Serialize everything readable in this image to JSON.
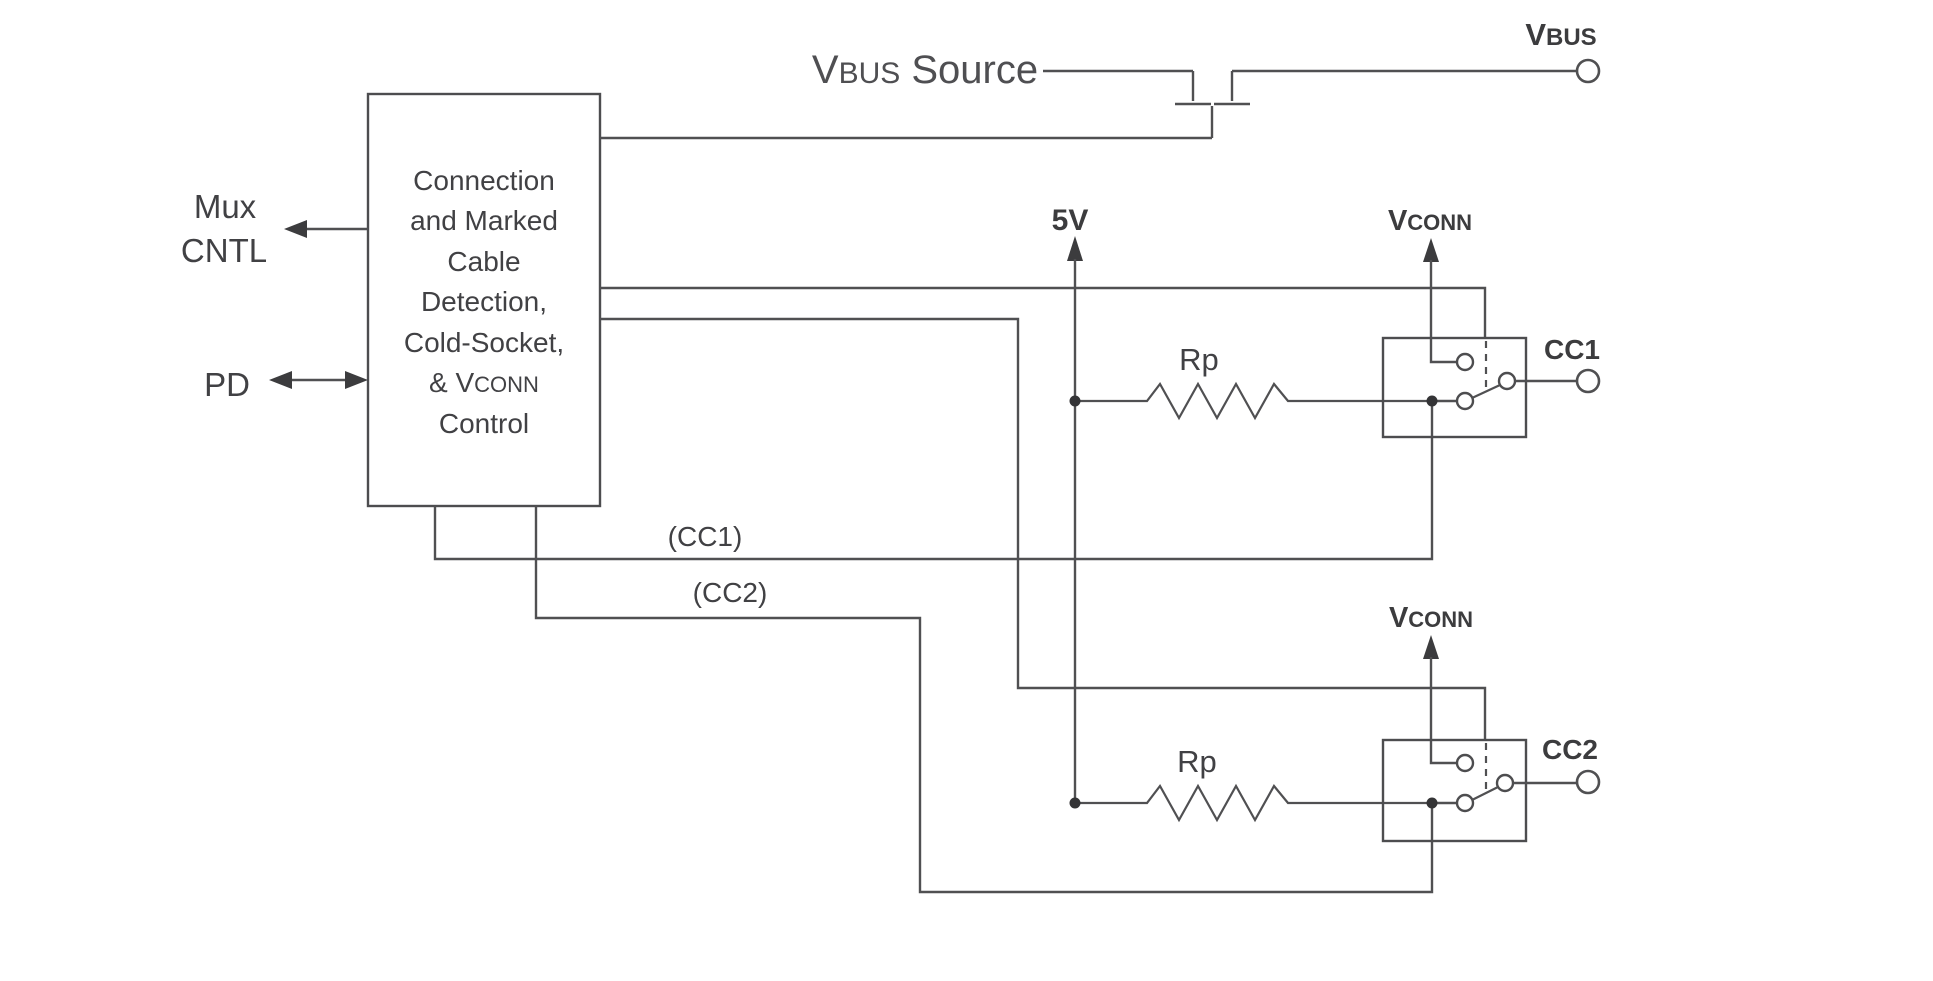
{
  "diagram": {
    "control_block": {
      "line1": "Connection",
      "line2": "and Marked",
      "line3": "Cable",
      "line4": "Detection,",
      "line5": "Cold-Socket,",
      "line6_prefix": "& V",
      "line6_smallcaps": "CONN",
      "line7": "Control"
    },
    "left_ports": {
      "mux_label_line1": "Mux",
      "mux_label_line2": "CNTL",
      "pd_label": "PD"
    },
    "vbus": {
      "source_prefix": "V",
      "source_smallcaps": "BUS",
      "source_suffix": " Source",
      "terminal_prefix": "V",
      "terminal_smallcaps": "BUS"
    },
    "supply": {
      "five_volt_label": "5V"
    },
    "vconn": {
      "cc1_prefix": "V",
      "cc1_smallcaps": "CONN",
      "cc2_prefix": "V",
      "cc2_smallcaps": "CONN"
    },
    "resistors": {
      "rp1_label": "Rp",
      "rp2_label": "Rp"
    },
    "cc_terminals": {
      "cc1_label": "CC1",
      "cc2_label": "CC2"
    },
    "cc_wires": {
      "cc1_label": "(CC1)",
      "cc2_label": "(CC2)"
    },
    "colors": {
      "wire": "#505052",
      "text": "#414144",
      "accent_fill": "#3c3c3e",
      "background": "#ffffff"
    }
  }
}
